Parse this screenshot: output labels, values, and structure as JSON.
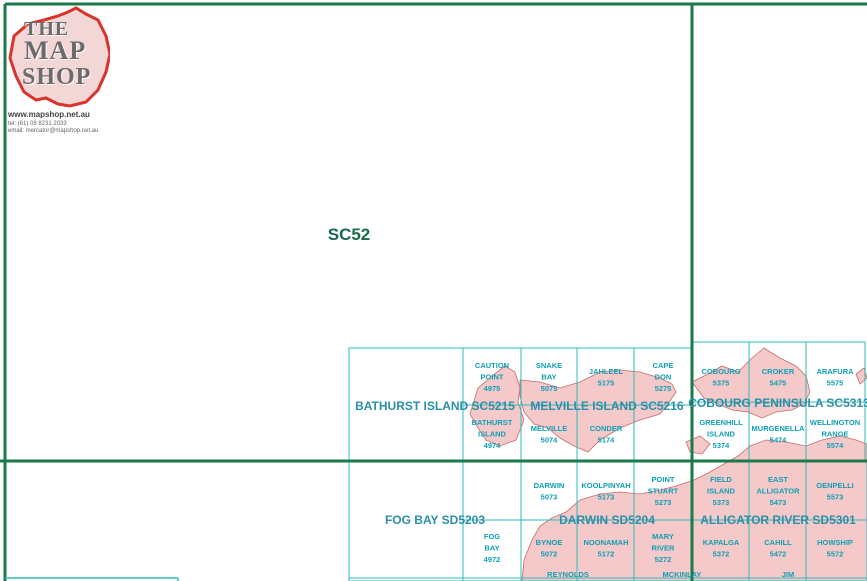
{
  "colors": {
    "grid_main": "#1a7a4a",
    "grid_tile": "#2bbcbc",
    "land": "#f5c9c9",
    "land_edge": "#c76a6a",
    "tile_label": "#0e9fb5",
    "sheet_label": "#2a8fa8",
    "region_label": "#1a6a4a",
    "logo_red": "#d8342c"
  },
  "logo": {
    "line1": "THE",
    "line2": "MAP",
    "line3": "SHOP",
    "website": "www.mapshop.net.au",
    "tel": "tel: (61) 08 8231 2033",
    "email": "email: mercator@mapshop.net.au"
  },
  "regions": [
    {
      "label": "SC52"
    }
  ],
  "sheets": [
    {
      "label": "BATHURST ISLAND SC5215"
    },
    {
      "label": "MELVILLE ISLAND SC5216"
    },
    {
      "label": "COBOURG PENINSULA SC5313"
    },
    {
      "label": "FOG BAY SD5203"
    },
    {
      "label": "DARWIN SD5204"
    },
    {
      "label": "ALLIGATOR RIVER SD5301"
    }
  ],
  "tiles": [
    {
      "lines": [
        "CAUTION",
        "POINT",
        "4975"
      ]
    },
    {
      "lines": [
        "SNAKE",
        "BAY",
        "5075"
      ]
    },
    {
      "lines": [
        "JAHLEEL",
        "5175"
      ]
    },
    {
      "lines": [
        "CAPE",
        "DON",
        "5275"
      ]
    },
    {
      "lines": [
        "COBOURG",
        "5375"
      ]
    },
    {
      "lines": [
        "CROKER",
        "5475"
      ]
    },
    {
      "lines": [
        "ARAFURA",
        "5575"
      ]
    },
    {
      "lines": [
        "BATHURST",
        "ISLAND",
        "4974"
      ]
    },
    {
      "lines": [
        "MELVILLE",
        "5074"
      ]
    },
    {
      "lines": [
        "CONDER",
        "5174"
      ]
    },
    {
      "lines": [
        "GREENHILL",
        "ISLAND",
        "5374"
      ]
    },
    {
      "lines": [
        "MURGENELLA",
        "5474"
      ]
    },
    {
      "lines": [
        "WELLINGTON",
        "RANGE",
        "5574"
      ]
    },
    {
      "lines": [
        "DARWIN",
        "5073"
      ]
    },
    {
      "lines": [
        "KOOLPINYAH",
        "5173"
      ]
    },
    {
      "lines": [
        "POINT",
        "STUART",
        "5273"
      ]
    },
    {
      "lines": [
        "FIELD",
        "ISLAND",
        "5373"
      ]
    },
    {
      "lines": [
        "EAST",
        "ALLIGATOR",
        "5473"
      ]
    },
    {
      "lines": [
        "OENPELLI",
        "5573"
      ]
    },
    {
      "lines": [
        "FOG",
        "BAY",
        "4972"
      ]
    },
    {
      "lines": [
        "BYNOE",
        "5072"
      ]
    },
    {
      "lines": [
        "NOONAMAH",
        "5172"
      ]
    },
    {
      "lines": [
        "MARY",
        "RIVER",
        "5272"
      ]
    },
    {
      "lines": [
        "KAPALGA",
        "5372"
      ]
    },
    {
      "lines": [
        "CAHILL",
        "5472"
      ]
    },
    {
      "lines": [
        "HOWSHIP",
        "5572"
      ]
    },
    {
      "lines": [
        "REYNOLDS"
      ]
    },
    {
      "lines": [
        "MCKINLAY"
      ]
    },
    {
      "lines": [
        "JIM"
      ]
    }
  ]
}
